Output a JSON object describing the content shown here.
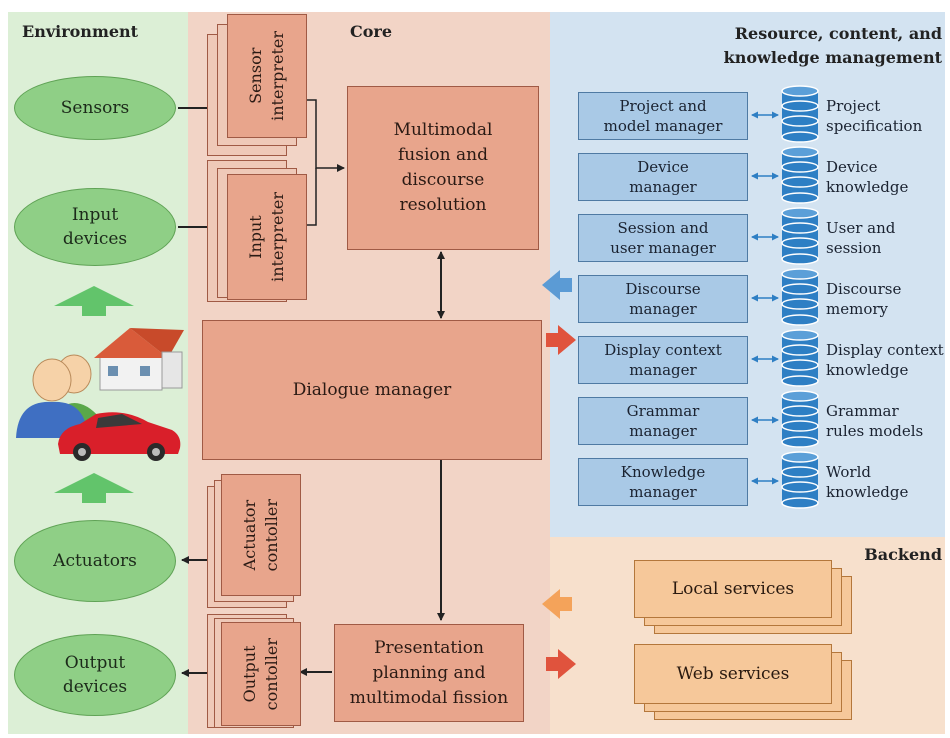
{
  "headers": {
    "environment": "Environment",
    "core": "Core",
    "resource_line1": "Resource, content, and",
    "resource_line2": "knowledge management",
    "backend": "Backend"
  },
  "environment": {
    "sensors": "Sensors",
    "input_line1": "Input",
    "input_line2": "devices",
    "actuators": "Actuators",
    "output_line1": "Output",
    "output_line2": "devices"
  },
  "core": {
    "sensor_interpreter_line1": "Sensor",
    "sensor_interpreter_line2": "interpreter",
    "input_interpreter_line1": "Input",
    "input_interpreter_line2": "interpreter",
    "fusion_line1": "Multimodal",
    "fusion_line2": "fusion and",
    "fusion_line3": "discourse",
    "fusion_line4": "resolution",
    "dialogue_manager": "Dialogue manager",
    "actuator_controller_line1": "Actuator",
    "actuator_controller_line2": "contoller",
    "output_controller_line1": "Output",
    "output_controller_line2": "contoller",
    "presentation_line1": "Presentation",
    "presentation_line2": "planning and",
    "presentation_line3": "multimodal fission"
  },
  "managers": [
    {
      "line1": "Project and",
      "line2": "model manager",
      "kb1": "Project",
      "kb2": "specification"
    },
    {
      "line1": "Device",
      "line2": "manager",
      "kb1": "Device",
      "kb2": "knowledge"
    },
    {
      "line1": "Session and",
      "line2": "user manager",
      "kb1": "User and",
      "kb2": "session"
    },
    {
      "line1": "Discourse",
      "line2": "manager",
      "kb1": "Discourse",
      "kb2": "memory"
    },
    {
      "line1": "Display context",
      "line2": "manager",
      "kb1": "Display context",
      "kb2": "knowledge"
    },
    {
      "line1": "Grammar",
      "line2": "manager",
      "kb1": "Grammar",
      "kb2": "rules models"
    },
    {
      "line1": "Knowledge",
      "line2": "manager",
      "kb1": "World",
      "kb2": "knowledge"
    }
  ],
  "backend": {
    "local_services": "Local services",
    "web_services": "Web services"
  },
  "colors": {
    "environment_bg": "#dcefd6",
    "core_bg": "#f2d4c6",
    "resource_bg": "#d3e3f1",
    "backend_bg": "#f7e0cc",
    "core_box": "#e8a58c",
    "manager_box": "#a9c9e6",
    "database": "#2e7fc4",
    "ellipse": "#8fcf86",
    "service_box": "#f6c89a"
  }
}
